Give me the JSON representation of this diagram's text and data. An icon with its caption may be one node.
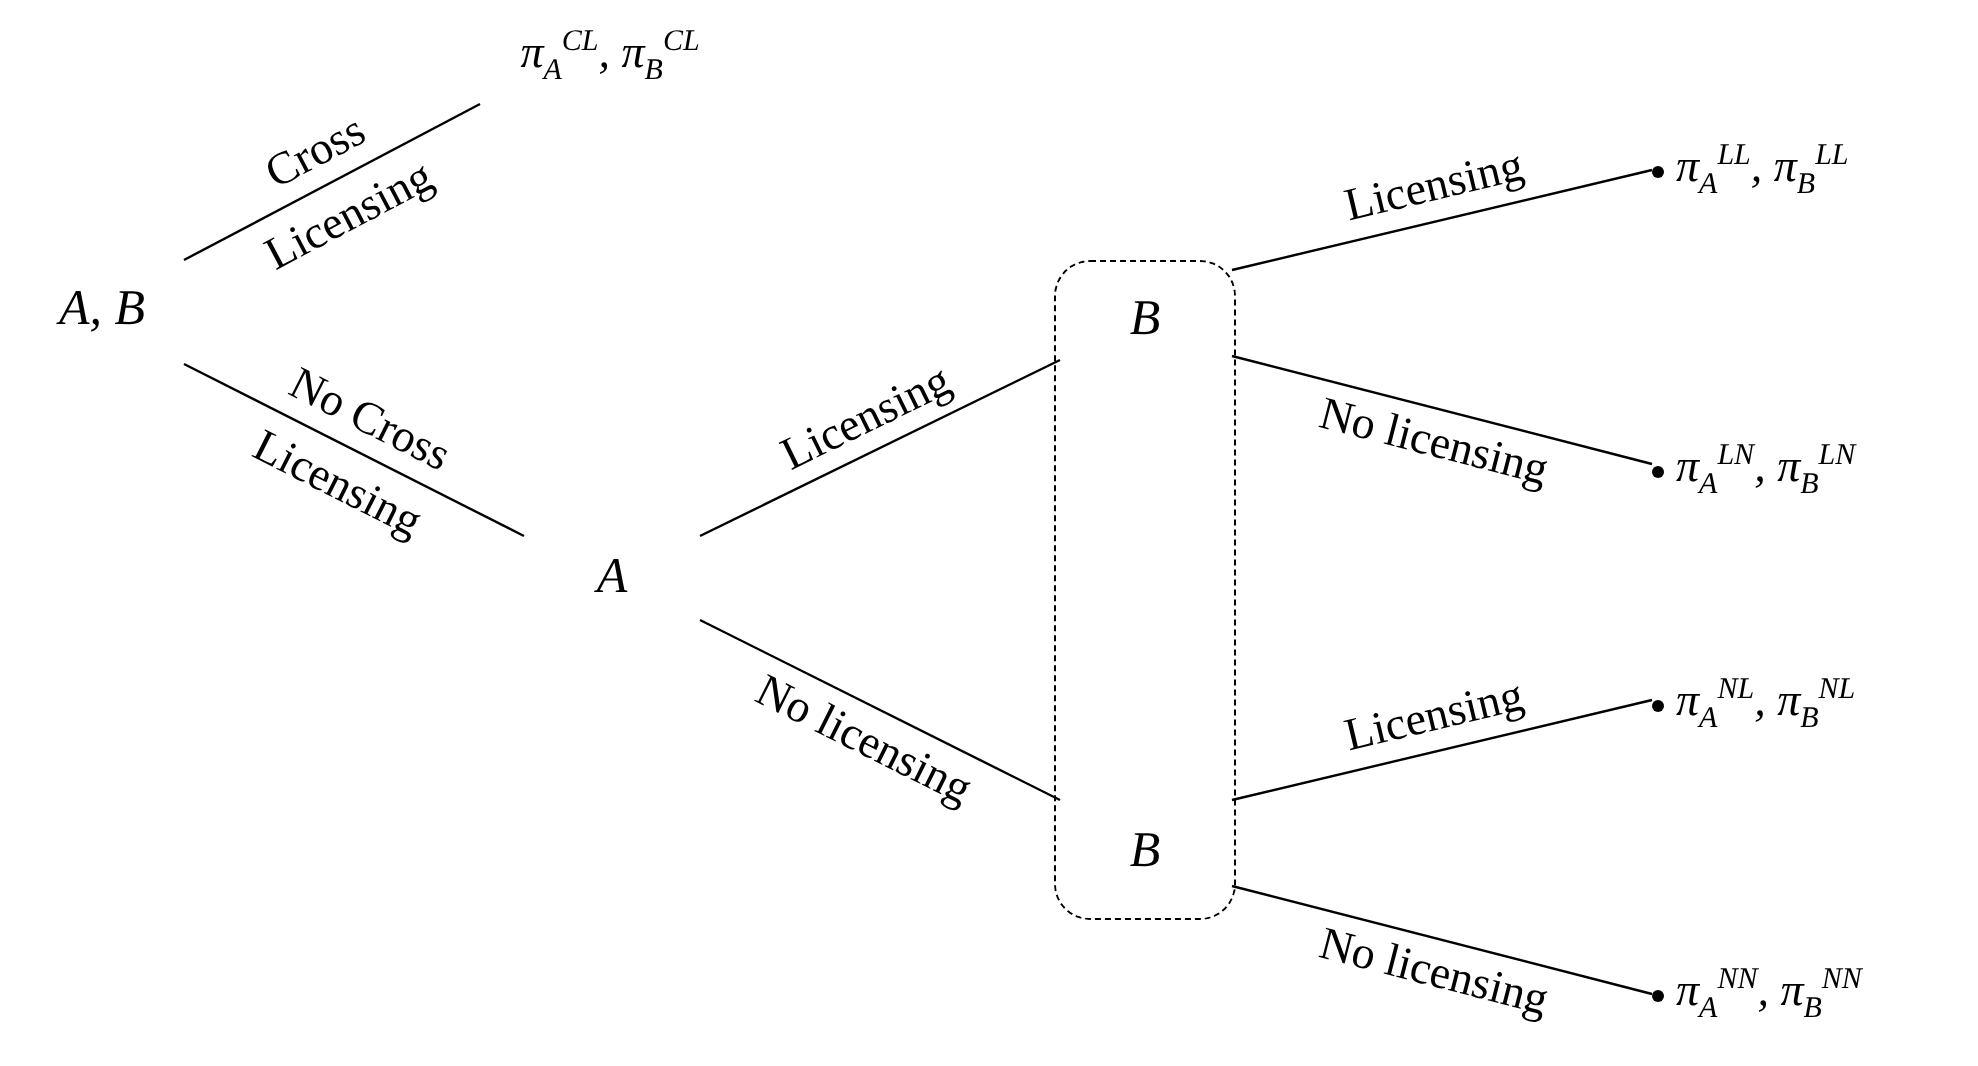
{
  "diagram": {
    "nodes": [
      {
        "text": [
          "A, B"
        ]
      },
      {
        "text": [
          "π$_{A}$$^{CL}$, π$_{B}$$^{CL}$"
        ]
      },
      {
        "text": [
          "A"
        ]
      },
      {
        "text": [],
        "shape": "box"
      },
      {
        "text": [
          "B"
        ],
        "in": 3
      },
      {
        "text": [
          "B"
        ],
        "in": 3
      },
      {
        "text": [
          "π$_{A}$$^{LL}$, π$_{B}$$^{LL}$"
        ]
      },
      {
        "text": [
          "π$_{A}$$^{LN}$, π$_{B}$$^{LN}$"
        ]
      },
      {
        "text": [
          "π$_{A}$$^{NL}$, π$_{B}$$^{NL}$"
        ]
      },
      {
        "text": [
          "π$_{A}$$^{NN}$, π$_{B}$$^{NN}$"
        ]
      }
    ],
    "edges": [
      {
        "from": 0,
        "to": 1,
        "arrow": "none",
        "label": "Cross Licensing"
      },
      {
        "from": 0,
        "to": 2,
        "arrow": "none",
        "label": "No Cross Licensing"
      },
      {
        "from": 2,
        "to": 4,
        "arrow": "none",
        "label": "Licensing"
      },
      {
        "from": 2,
        "to": 5,
        "arrow": "none",
        "label": "No licensing"
      },
      {
        "from": 4,
        "to": 6,
        "arrow": "none",
        "label": "Licensing"
      },
      {
        "from": 4,
        "to": 7,
        "arrow": "none",
        "label": "No licensing"
      },
      {
        "from": 5,
        "to": 8,
        "arrow": "none",
        "label": "Licensing"
      },
      {
        "from": 5,
        "to": 9,
        "arrow": "none",
        "label": "No licensing"
      }
    ]
  }
}
